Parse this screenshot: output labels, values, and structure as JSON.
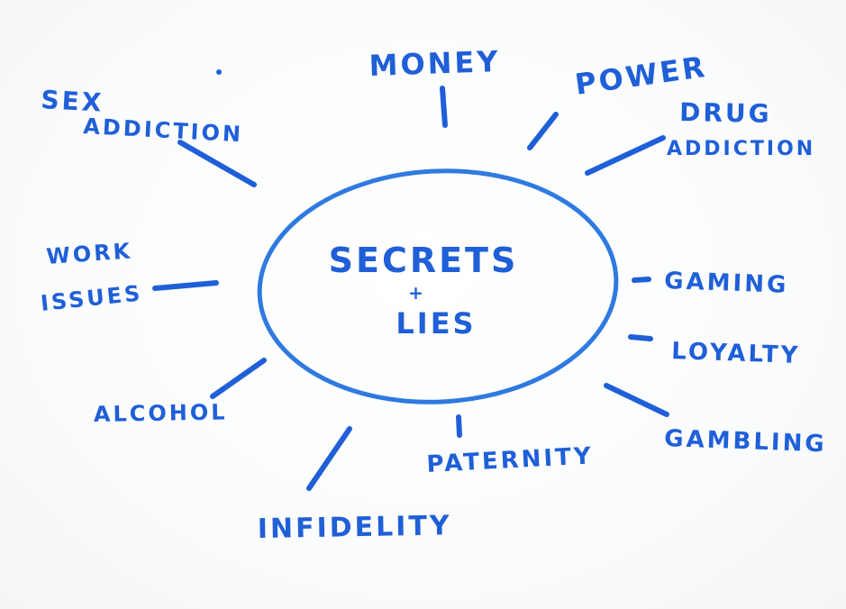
{
  "center": {
    "line1": "SECRETS",
    "line2": "+",
    "line3": "LIES"
  },
  "branches": {
    "sex_addiction_1": "SEX",
    "sex_addiction_2": "ADDICTION",
    "money": "MONEY",
    "power": "POWER",
    "drug_addiction_1": "DRUG",
    "drug_addiction_2": "ADDICTION",
    "work_issues_1": "WORK",
    "work_issues_2": "ISSUES",
    "gaming": "GAMING",
    "loyalty": "LOYALTY",
    "alcohol": "ALCOHOL",
    "gambling": "GAMBLING",
    "paternity": "PATERNITY",
    "infidelity": "INFIDELITY"
  },
  "colors": {
    "ink": "#1f5fd8",
    "circle": "#2f7ae0",
    "board": "#ffffff"
  }
}
